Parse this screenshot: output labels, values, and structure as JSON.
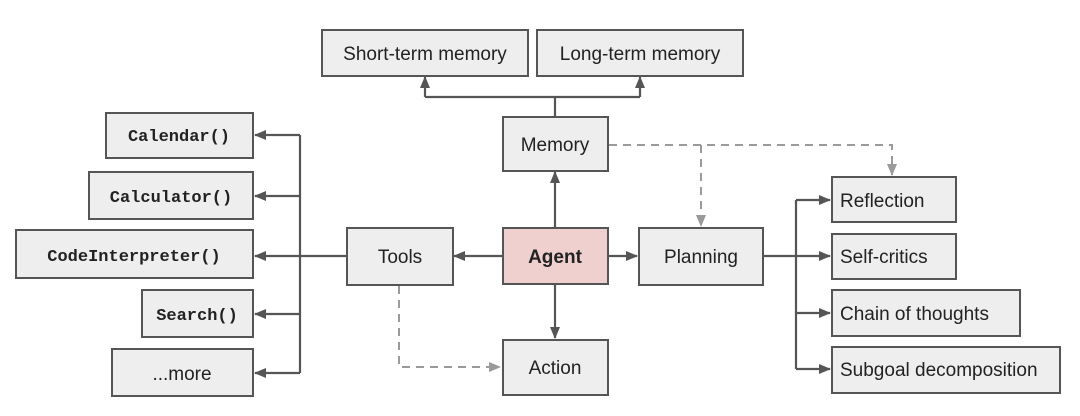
{
  "nodes": {
    "agent": "Agent",
    "memory": "Memory",
    "short_term_memory": "Short-term memory",
    "long_term_memory": "Long-term memory",
    "tools": "Tools",
    "planning": "Planning",
    "action": "Action",
    "calendar": "Calendar()",
    "calculator": "Calculator()",
    "code_interpreter": "CodeInterpreter()",
    "search": "Search()",
    "more": "...more",
    "reflection": "Reflection",
    "self_critics": "Self-critics",
    "chain_of_thoughts": "Chain of thoughts",
    "subgoal_decomposition": "Subgoal decomposition"
  },
  "edges": [
    {
      "from": "agent",
      "to": "memory",
      "style": "solid"
    },
    {
      "from": "agent",
      "to": "tools",
      "style": "solid"
    },
    {
      "from": "agent",
      "to": "planning",
      "style": "solid"
    },
    {
      "from": "agent",
      "to": "action",
      "style": "solid"
    },
    {
      "from": "memory",
      "to": "short_term_memory",
      "style": "solid"
    },
    {
      "from": "memory",
      "to": "long_term_memory",
      "style": "solid"
    },
    {
      "from": "memory",
      "to": "planning",
      "style": "dashed"
    },
    {
      "from": "memory",
      "to": "reflection",
      "style": "dashed"
    },
    {
      "from": "tools",
      "to": "action",
      "style": "dashed"
    },
    {
      "from": "tools",
      "to": "calendar",
      "style": "solid"
    },
    {
      "from": "tools",
      "to": "calculator",
      "style": "solid"
    },
    {
      "from": "tools",
      "to": "code_interpreter",
      "style": "solid"
    },
    {
      "from": "tools",
      "to": "search",
      "style": "solid"
    },
    {
      "from": "tools",
      "to": "more",
      "style": "solid"
    },
    {
      "from": "planning",
      "to": "reflection",
      "style": "solid"
    },
    {
      "from": "planning",
      "to": "self_critics",
      "style": "solid"
    },
    {
      "from": "planning",
      "to": "chain_of_thoughts",
      "style": "solid"
    },
    {
      "from": "planning",
      "to": "subgoal_decomposition",
      "style": "solid"
    }
  ],
  "colors": {
    "box_fill": "#eeeeee",
    "agent_fill": "#f0cfcf",
    "stroke": "#555555",
    "dashed": "#9a9a9a"
  }
}
